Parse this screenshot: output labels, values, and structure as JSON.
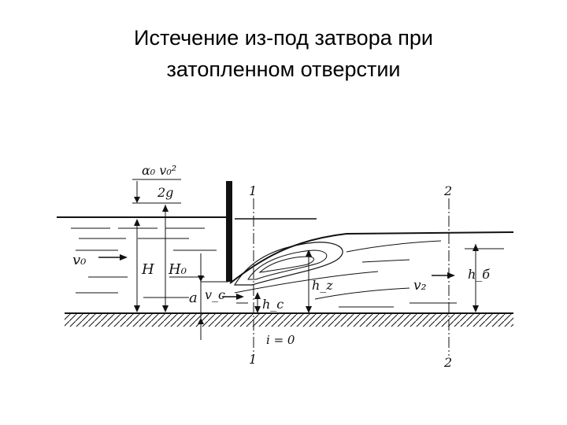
{
  "slide": {
    "title_line1": "Истечение из-под затвора при",
    "title_line2": "затопленном отверстии"
  },
  "diagram": {
    "colors": {
      "ink": "#111111",
      "background": "#ffffff"
    },
    "labels": {
      "velocity_head_num": "α₀ v₀²",
      "velocity_head_den": "2g",
      "section_1_top": "1",
      "section_1_bottom": "1",
      "section_2_top": "2",
      "section_2_bottom": "2",
      "v0": "v₀",
      "H": "H",
      "H0": "H₀",
      "a": "a",
      "vc": "v_c",
      "hc": "h_c",
      "hz": "h_z",
      "v2": "v₂",
      "hb": "h_б",
      "slope": "i = 0"
    }
  }
}
